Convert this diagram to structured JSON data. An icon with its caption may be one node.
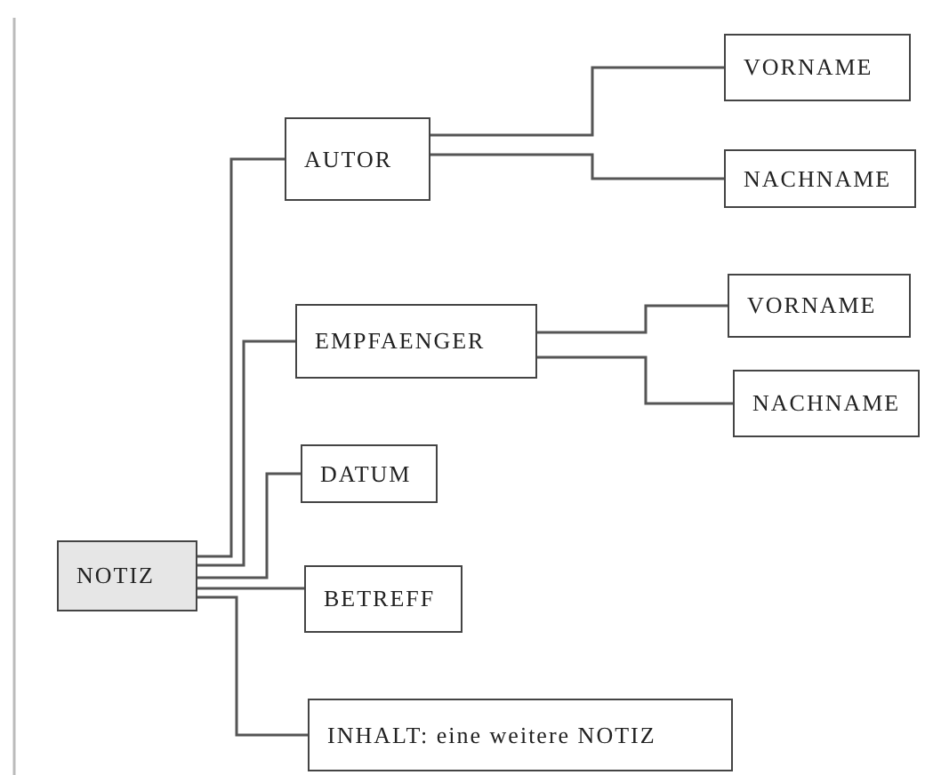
{
  "diagram": {
    "nodes": [
      {
        "text": [
          "NOTIZ"
        ]
      },
      {
        "text": [
          "AUTOR"
        ]
      },
      {
        "text": [
          "VORNAME"
        ]
      },
      {
        "text": [
          "NACHNAME"
        ]
      },
      {
        "text": [
          "EMPFAENGER"
        ]
      },
      {
        "text": [
          "VORNAME"
        ]
      },
      {
        "text": [
          "NACHNAME"
        ]
      },
      {
        "text": [
          "DATUM"
        ]
      },
      {
        "text": [
          "BETREFF"
        ]
      },
      {
        "text": [
          "INHALT: eine weitere NOTIZ"
        ]
      }
    ],
    "edges": [
      {
        "from": 0,
        "to": 1,
        "arrow": "none"
      },
      {
        "from": 1,
        "to": 2,
        "arrow": "none"
      },
      {
        "from": 1,
        "to": 3,
        "arrow": "none"
      },
      {
        "from": 0,
        "to": 4,
        "arrow": "none"
      },
      {
        "from": 4,
        "to": 5,
        "arrow": "none"
      },
      {
        "from": 4,
        "to": 6,
        "arrow": "none"
      },
      {
        "from": 0,
        "to": 7,
        "arrow": "none"
      },
      {
        "from": 0,
        "to": 8,
        "arrow": "none"
      },
      {
        "from": 0,
        "to": 9,
        "arrow": "none"
      }
    ]
  }
}
